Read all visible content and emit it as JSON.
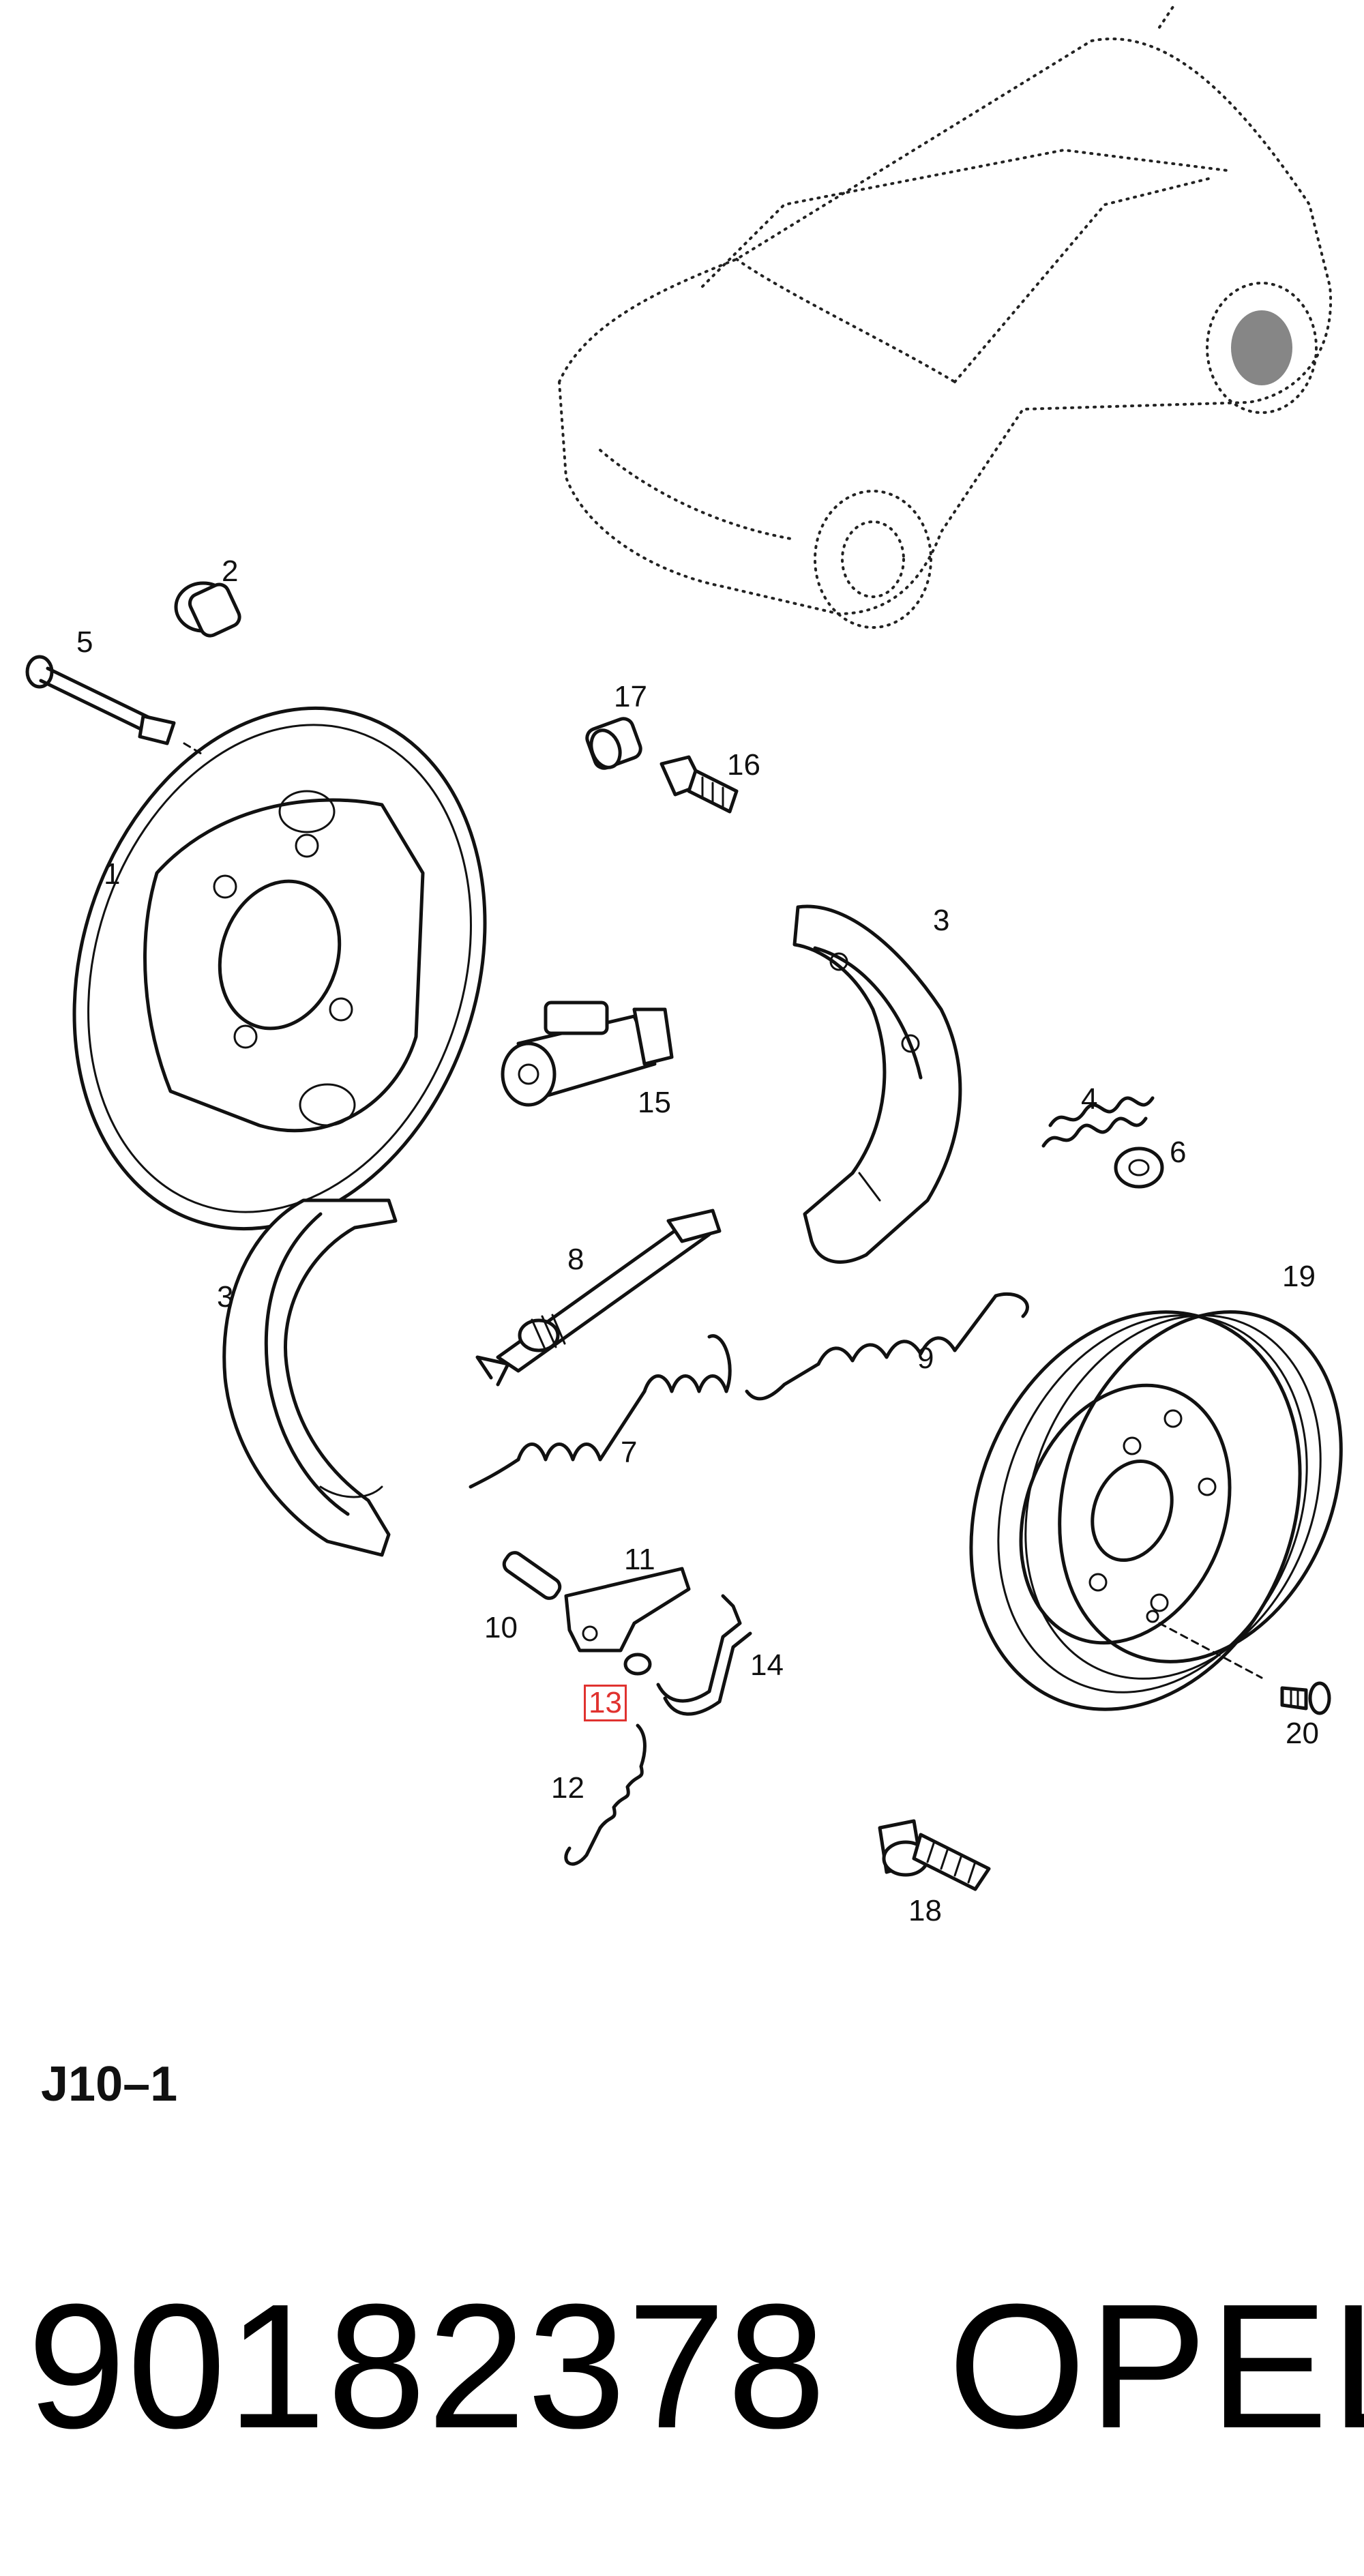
{
  "callouts": [
    {
      "id": "1",
      "text": "1"
    },
    {
      "id": "2",
      "text": "2"
    },
    {
      "id": "3a",
      "text": "3"
    },
    {
      "id": "3b",
      "text": "3"
    },
    {
      "id": "4",
      "text": "4"
    },
    {
      "id": "5",
      "text": "5"
    },
    {
      "id": "6",
      "text": "6"
    },
    {
      "id": "7",
      "text": "7"
    },
    {
      "id": "8",
      "text": "8"
    },
    {
      "id": "9",
      "text": "9"
    },
    {
      "id": "10",
      "text": "10"
    },
    {
      "id": "11",
      "text": "11"
    },
    {
      "id": "12",
      "text": "12"
    },
    {
      "id": "13",
      "text": "13",
      "highlighted": true
    },
    {
      "id": "14",
      "text": "14"
    },
    {
      "id": "15",
      "text": "15"
    },
    {
      "id": "16",
      "text": "16"
    },
    {
      "id": "17",
      "text": "17"
    },
    {
      "id": "18",
      "text": "18"
    },
    {
      "id": "19",
      "text": "19"
    },
    {
      "id": "20",
      "text": "20"
    }
  ],
  "reference_code": "J10–1",
  "part_number": "90182378",
  "brand": "OPEL",
  "colors": {
    "ink": "#111111",
    "highlight": "#e0322f",
    "background": "#ffffff"
  }
}
